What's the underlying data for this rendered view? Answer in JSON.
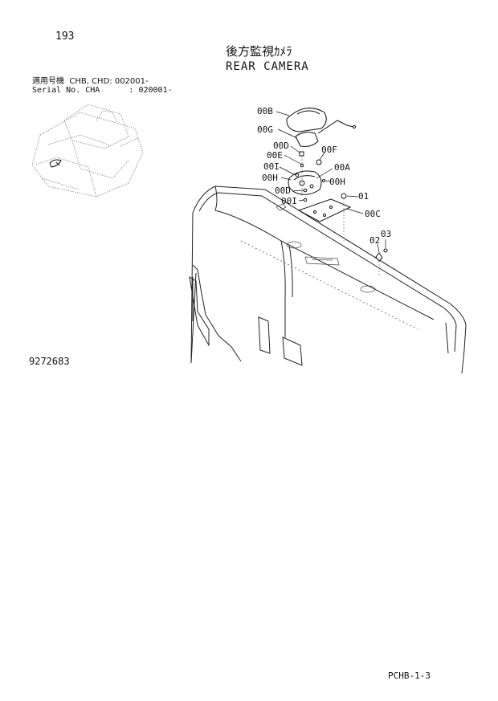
{
  "page_number": "193",
  "title_jp": "後方監視ｶﾒﾗ",
  "title_en": "REAR CAMERA",
  "applicability": {
    "line1": "適用号機  CHB, CHD: 002001-",
    "line2": "Serial No. CHA      : 020001-"
  },
  "drawing_number": "9272683",
  "sheet_code": "PCHB-1-3",
  "callouts": {
    "c00B": "00B",
    "c00G": "00G",
    "c00D_top": "00D",
    "c00E": "00E",
    "c00F": "00F",
    "c00I_top": "00I",
    "c00A": "00A",
    "c00H_left": "00H",
    "c00H_right": "00H",
    "c00D_bottom": "00D",
    "c00I_bottom": "00I",
    "c01": "01",
    "c00C": "00C",
    "c02": "02",
    "c03": "03"
  }
}
